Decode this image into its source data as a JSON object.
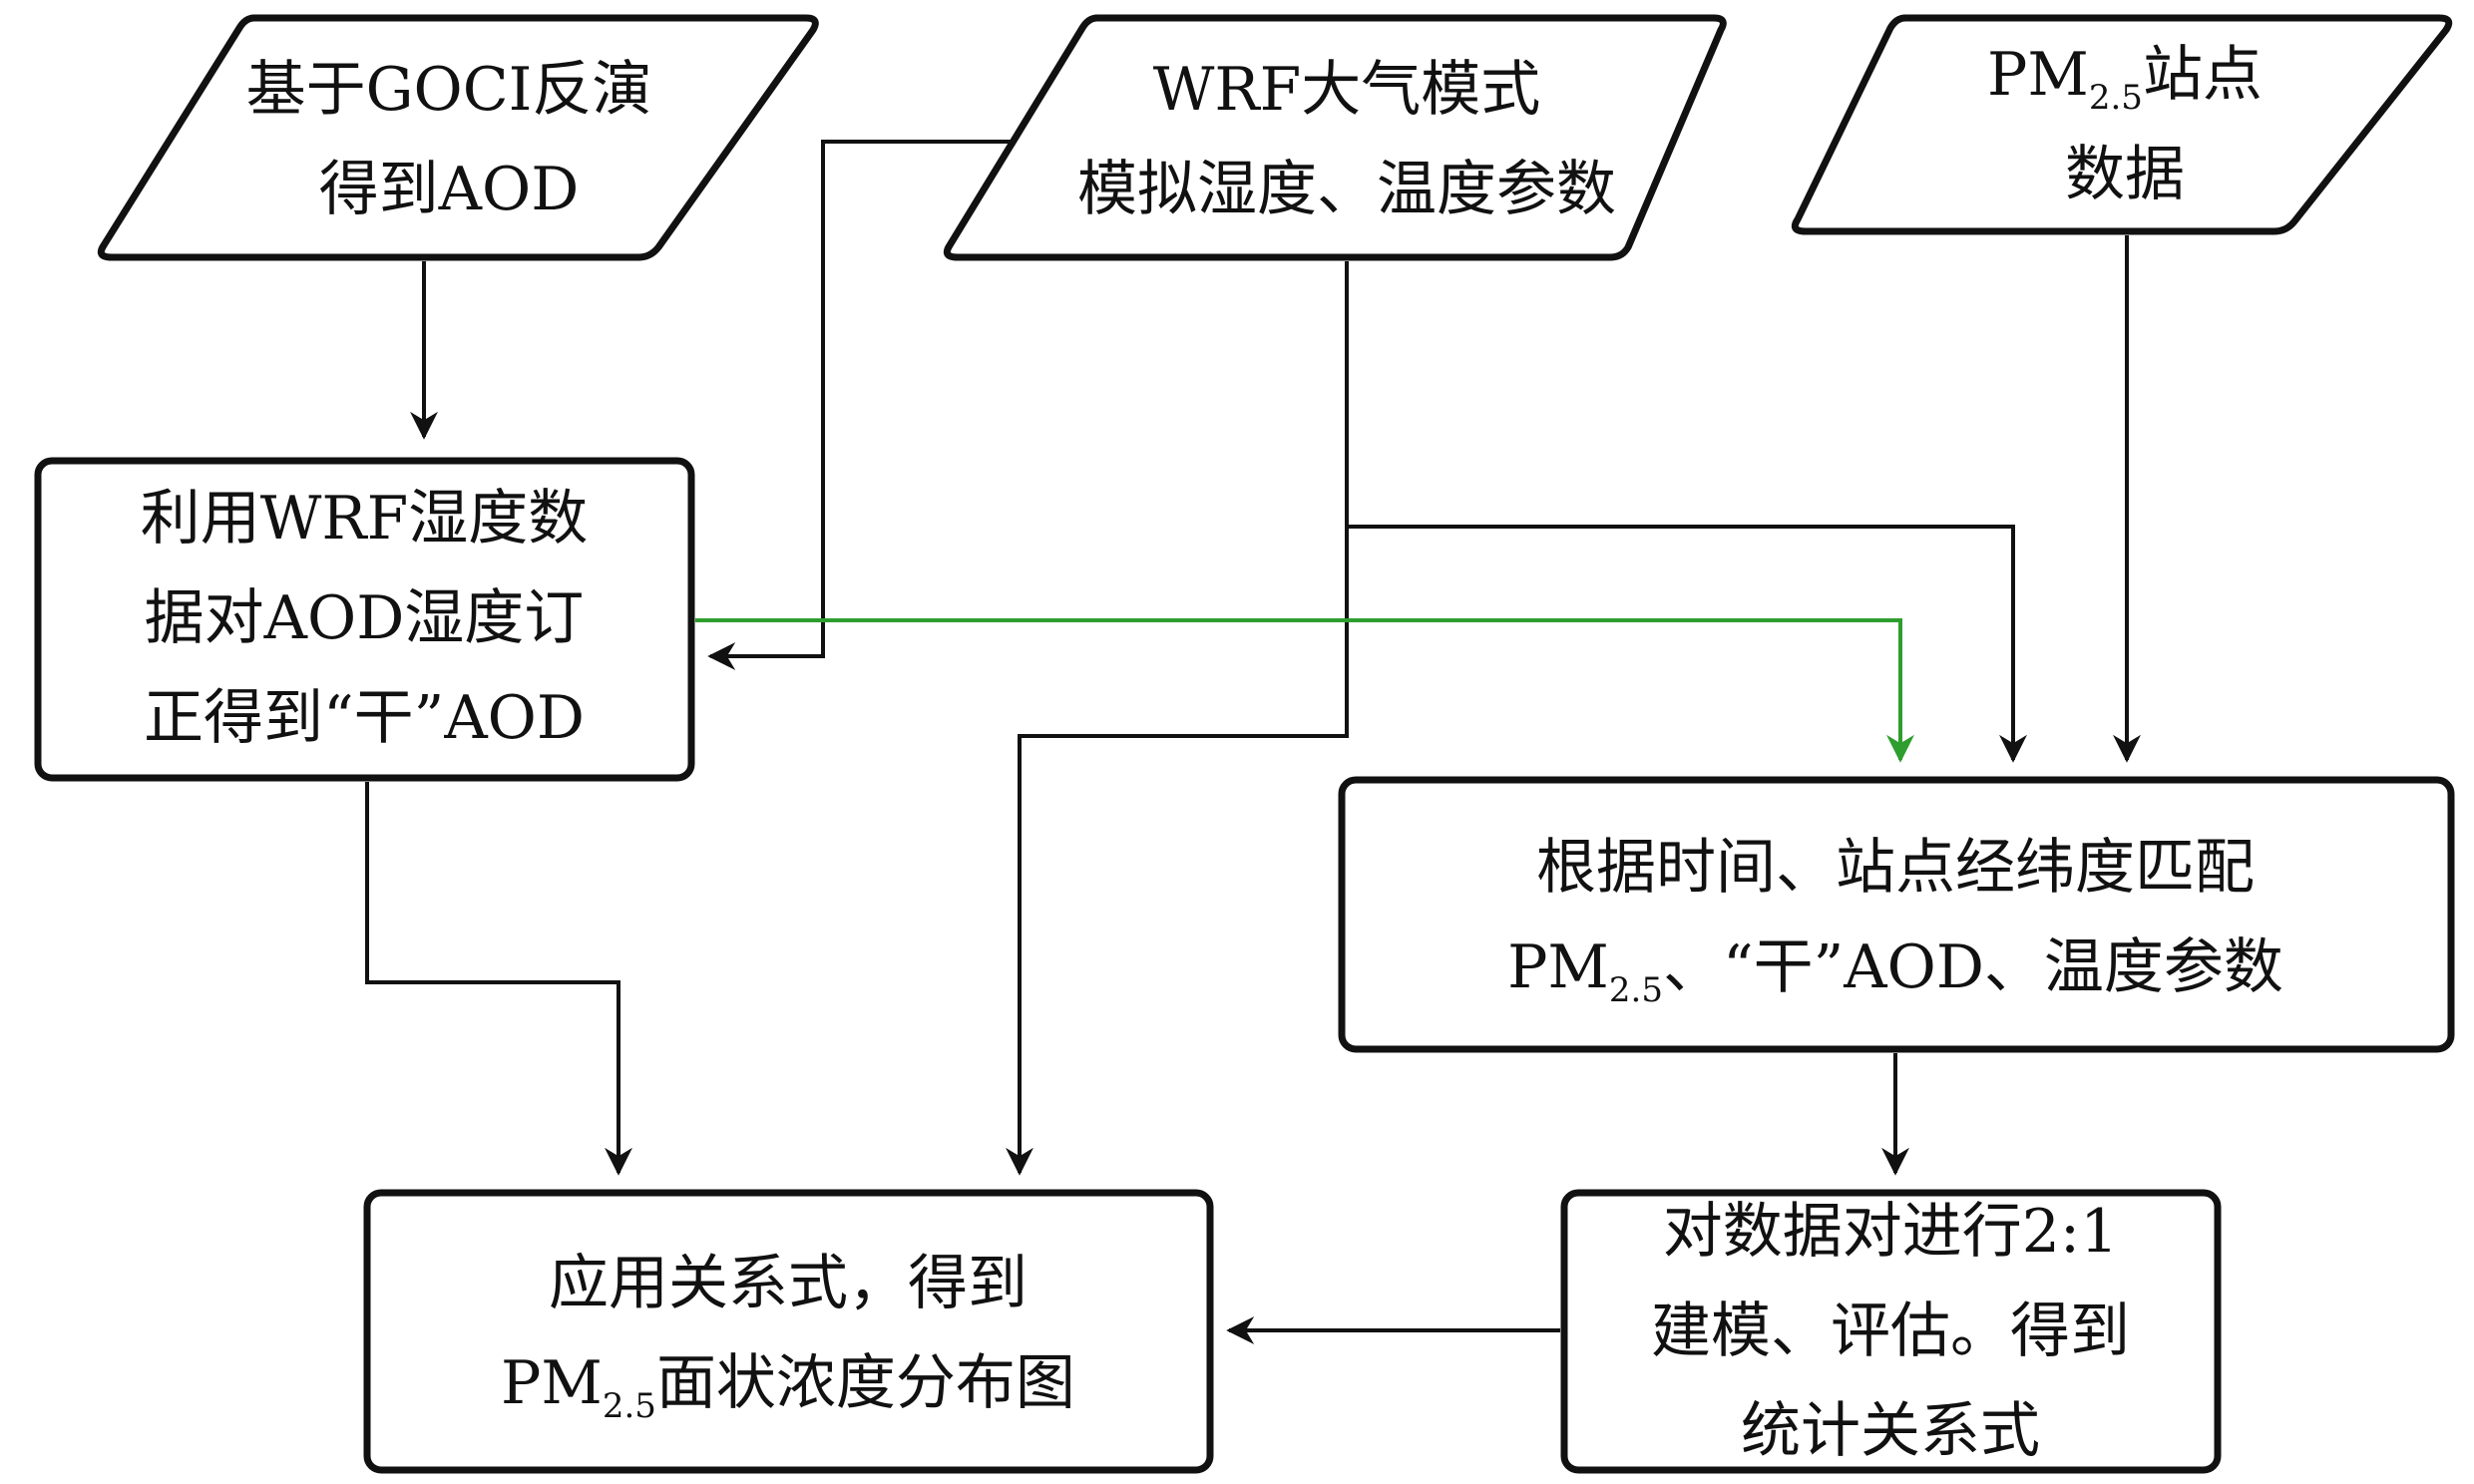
{
  "nodes": {
    "goci": {
      "lines": [
        "基于GOCI反演",
        "得到AOD"
      ]
    },
    "wrf": {
      "lines": [
        "WRF大气模式",
        "模拟湿度、温度参数"
      ]
    },
    "pm_site": {
      "line1_main": "PM",
      "line1_sub": "2.5",
      "line1_rest": "站点",
      "line2": "数据"
    },
    "correct": {
      "lines": [
        "利用WRF湿度数",
        "据对AOD湿度订",
        "正得到“干”AOD"
      ]
    },
    "match": {
      "line1": "根据时间、站点经纬度匹配",
      "line2_main": "PM",
      "line2_sub": "2.5",
      "line2_rest": "、“干”AOD、温度参数"
    },
    "model": {
      "lines": [
        "对数据对进行2:1",
        "建模、评估。得到",
        "统计关系式"
      ]
    },
    "apply": {
      "line1": "应用关系式，得到",
      "line2_main": "PM",
      "line2_sub": "2.5",
      "line2_rest": "面状浓度分布图"
    }
  },
  "colors": {
    "stroke": "#111111",
    "highlight_arrow": "#2e9e2e"
  }
}
